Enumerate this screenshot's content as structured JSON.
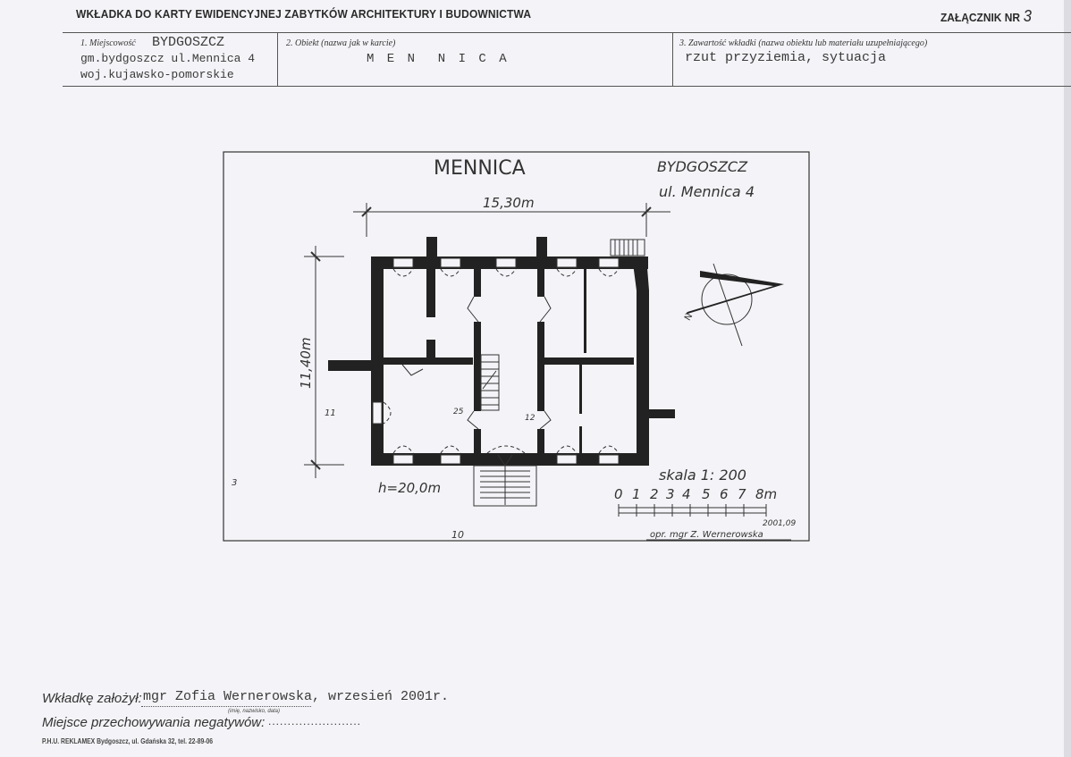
{
  "header": {
    "title": "WKŁADKA DO KARTY EWIDENCYJNEJ ZABYTKÓW ARCHITEKTURY I BUDOWNICTWA",
    "annex_label": "ZAŁĄCZNIK NR",
    "annex_number": "3"
  },
  "fields": {
    "locality": {
      "label": "1. Miejscowość",
      "value_line1": "BYDGOSZCZ",
      "value_line2": "gm.bydgoszcz ul.Mennica 4",
      "value_line3": "woj.kujawsko-pomorskie"
    },
    "object": {
      "label": "2. Obiekt (nazwa jak w karcie)",
      "value": "M E N  N I C A"
    },
    "contents": {
      "label": "3. Zawartość wkładki (nazwa obiektu lub materiału uzupełniającego)",
      "value": "rzut przyziemia, sytuacja"
    }
  },
  "drawing": {
    "title": "MENNICA",
    "city": "BYDGOSZCZ",
    "address": "ul. Mennica 4",
    "width_dim": "15,30m",
    "depth_dim": "11,40m",
    "height_note": "h=20,0m",
    "scale_label": "skala 1: 200",
    "scale_ticks": [
      "0",
      "1",
      "2",
      "3",
      "4",
      "5",
      "6",
      "7",
      "8m"
    ],
    "date": "2001,09",
    "author": "opr. mgr Z. Wernerowska",
    "photo_markers": [
      "11",
      "3",
      "10",
      "25",
      "12"
    ],
    "compass_label": "N"
  },
  "footer": {
    "created_by_label": "Wkładkę założył:",
    "created_by_value": "mgr Zofia Wernerowska, wrzesień 2001r.",
    "created_by_hint": "(imię, nazwisko, data)",
    "negatives_label": "Miejsce przechowywania negatywów:",
    "negatives_value": "........................",
    "printer": "P.H.U. REKLAMEX Bydgoszcz, ul. Gdańska 32, tel. 22-89-06"
  }
}
